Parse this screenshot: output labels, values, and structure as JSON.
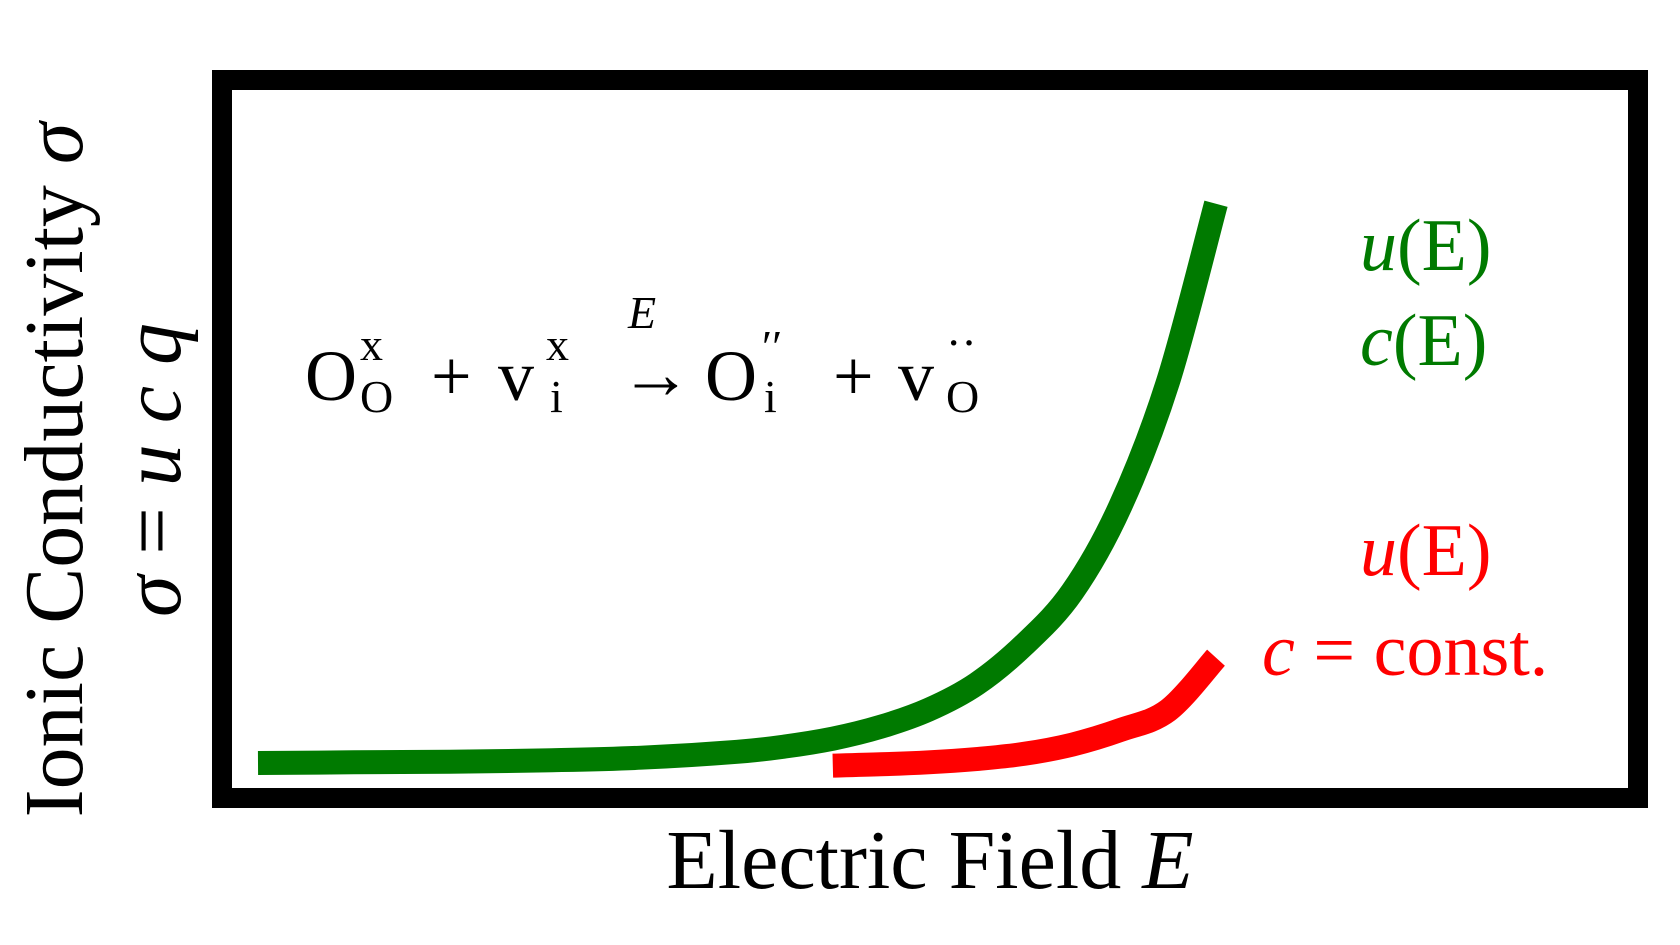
{
  "chart_data": {
    "type": "line",
    "xlabel": {
      "text": "Electric Field ",
      "symbol": "E"
    },
    "ylabel": {
      "line1": {
        "text": "Ionic Conductivity ",
        "symbol": "σ"
      },
      "line2": {
        "sym1": "σ",
        "eq": " = ",
        "sym2": "u c q"
      }
    },
    "x": [
      0.0,
      0.1,
      0.2,
      0.3,
      0.4,
      0.5,
      0.55,
      0.6,
      0.65,
      0.7,
      0.75,
      0.8,
      0.85,
      0.9,
      0.95,
      1.0
    ],
    "series": [
      {
        "color": "#007a00",
        "values": [
          0.0,
          0.001,
          0.002,
          0.004,
          0.008,
          0.017,
          0.025,
          0.037,
          0.055,
          0.081,
          0.12,
          0.18,
          0.26,
          0.39,
          0.58,
          0.85
        ]
      },
      {
        "color": "#ff0000",
        "start_x": 0.6,
        "values": [
          0.0,
          0.0,
          0.0,
          0.0,
          0.0,
          0.0,
          0.0,
          -0.004,
          -0.002,
          0.001,
          0.006,
          0.014,
          0.028,
          0.05,
          0.08,
          0.16
        ]
      }
    ],
    "annotations": {
      "green_line1": {
        "sym": "u",
        "paren": "(E)"
      },
      "green_line2": {
        "sym": "c",
        "paren": "(E)"
      },
      "red_line1": {
        "sym": "u",
        "paren": "(E)"
      },
      "red_line2": {
        "sym": "c",
        "rest": " = const."
      }
    },
    "equation": {
      "O1": "O",
      "O1_sup": "x",
      "O1_sub": "O",
      "plus1": " + ",
      "v1": "v",
      "v1_sup": "x",
      "v1_sub": "i",
      "arrow": "→",
      "arrow_label": "E",
      "O2": "O",
      "O2_sup": "′′",
      "O2_sub": "i",
      "plus2": " + ",
      "v2": "v",
      "v2_sup": "··",
      "v2_sub": "O"
    },
    "grid": false,
    "legend": "none"
  }
}
